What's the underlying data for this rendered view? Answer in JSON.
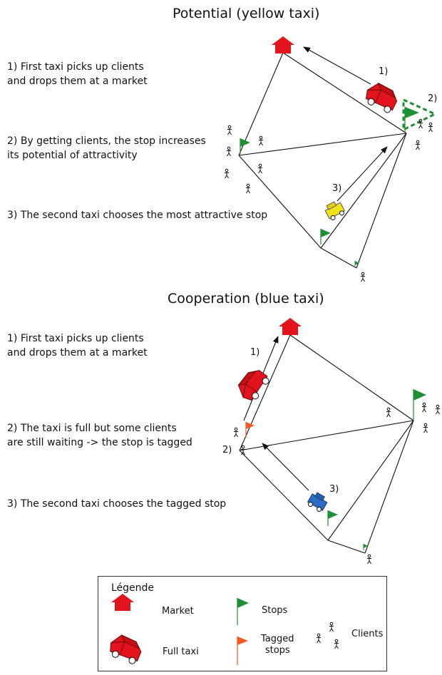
{
  "panel1": {
    "title": "Potential (yellow taxi)",
    "steps": [
      "1) First taxi picks up clients",
      "and drops them at a market",
      "2) By getting clients, the stop increases",
      "its potential of attractivity",
      "3) The second taxi chooses the most attractive stop"
    ],
    "markers": [
      "1)",
      "2)",
      "3)"
    ]
  },
  "panel2": {
    "title": "Cooperation (blue taxi)",
    "steps": [
      "1) First taxi picks up clients",
      "and drops them at a market",
      "2) The taxi is full but some clients",
      "are still waiting -> the stop is tagged",
      "3) The second taxi chooses the tagged stop"
    ],
    "markers": [
      "1)",
      "2)",
      "3)"
    ]
  },
  "legend": {
    "title": "Légende",
    "market": "Market",
    "full_taxi": "Full taxi",
    "stops": "Stops",
    "tagged_stops_line1": "Tagged",
    "tagged_stops_line2": "stops",
    "clients": "Clients"
  },
  "colors": {
    "market": "#e2131c",
    "full_taxi": "#e2131c",
    "stop_flag": "#1f8f35",
    "tagged_flag": "#ef5a24",
    "yellow_taxi": "#f2e21a",
    "blue_taxi": "#2b6cc4"
  }
}
